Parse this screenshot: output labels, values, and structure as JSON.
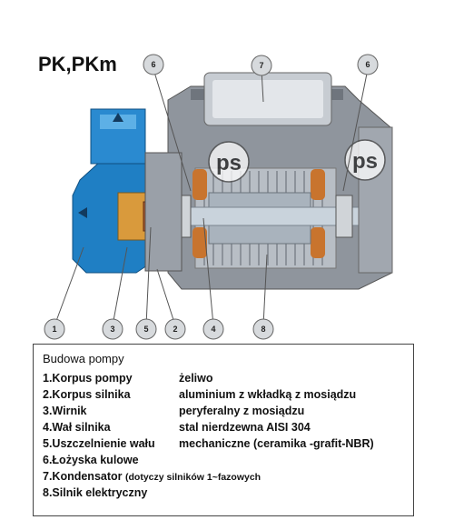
{
  "title": "PK,PKm",
  "callouts": [
    "6",
    "7",
    "6",
    "1",
    "3",
    "5",
    "2",
    "4",
    "8"
  ],
  "watermark": "ps",
  "legend": {
    "title": "Budowa pompy",
    "rows": [
      {
        "label": "1.Korpus pompy",
        "value": "żeliwo"
      },
      {
        "label": "2.Korpus silnika",
        "value": "aluminium z wkładką z mosiądzu"
      },
      {
        "label": "3.Wirnik",
        "value": "peryferalny z mosiądzu"
      },
      {
        "label": "4.Wał silnika",
        "value": "stal nierdzewna AISI 304"
      },
      {
        "label": "5.Uszczelnienie wału",
        "value": "mechaniczne (ceramika -grafit-NBR)"
      },
      {
        "label": "6.Łożyska kulowe",
        "value": ""
      },
      {
        "label": "7.Kondensator",
        "value": "(dotyczy silników 1~fazowych"
      },
      {
        "label": "8.Silnik elektryczny",
        "value": ""
      }
    ]
  },
  "colors": {
    "pump_body": "#1f7fc4",
    "motor_gray": "#9aa0a8",
    "copper": "#c8742e",
    "shaft": "#c9d3dc"
  }
}
